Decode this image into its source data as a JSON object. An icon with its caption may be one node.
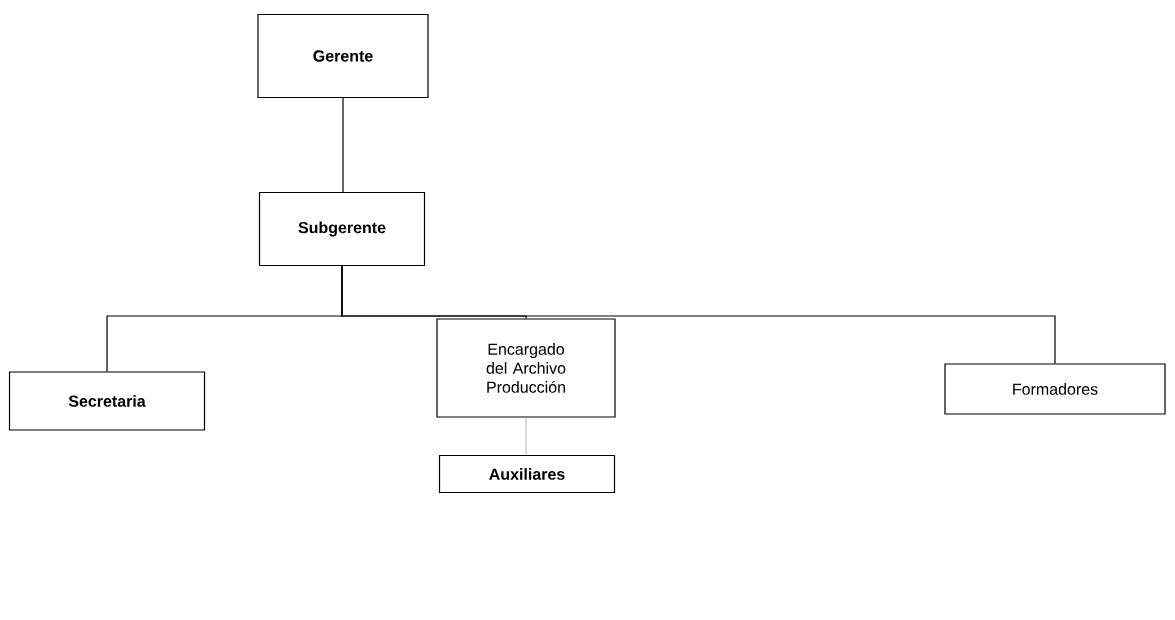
{
  "diagram": {
    "nodes": [
      {
        "text": [
          "Gerente"
        ]
      },
      {
        "text": [
          "Subgerente"
        ]
      },
      {
        "text": [
          "Secretaria"
        ]
      },
      {
        "text": [
          "Encargado del Archivo Producción"
        ]
      },
      {
        "text": [
          "Formadores"
        ]
      },
      {
        "text": [
          "Auxiliares"
        ]
      }
    ],
    "edges": [
      {
        "from": 0,
        "to": 1,
        "arrow": "none"
      },
      {
        "from": 1,
        "to": 2,
        "arrow": "none"
      },
      {
        "from": 1,
        "to": 3,
        "arrow": "none"
      },
      {
        "from": 1,
        "to": 4,
        "arrow": "none"
      },
      {
        "from": 3,
        "to": 5,
        "arrow": "none",
        "color": "#808080"
      }
    ]
  }
}
